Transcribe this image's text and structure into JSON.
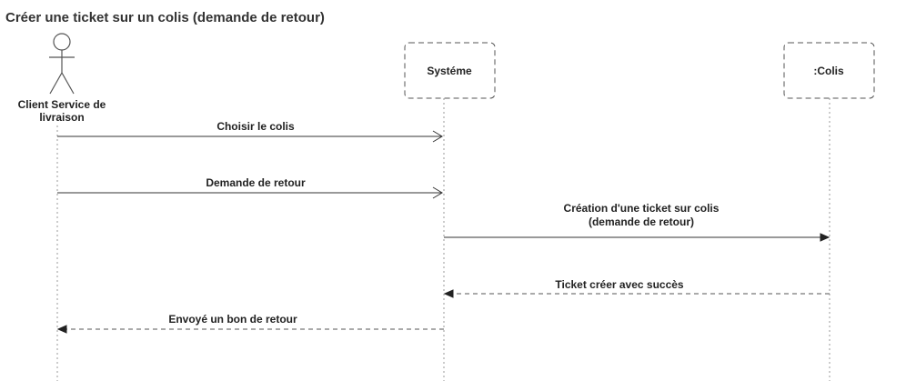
{
  "diagram": {
    "title": "Créer une ticket sur un colis (demande de retour)",
    "actor": {
      "label_lines": [
        "Client Service de",
        "livraison"
      ]
    },
    "participants": [
      {
        "id": "systeme",
        "label": "Systéme"
      },
      {
        "id": "colis",
        "label": ":Colis"
      }
    ],
    "messages": [
      {
        "from": "actor",
        "to": "systeme",
        "style": "sync-open-arrow",
        "label_lines": [
          "Choisir le colis"
        ]
      },
      {
        "from": "actor",
        "to": "systeme",
        "style": "sync-open-arrow",
        "label_lines": [
          "Demande de retour"
        ]
      },
      {
        "from": "systeme",
        "to": "colis",
        "style": "sync-filled-arrow",
        "label_lines": [
          "Création d'une ticket sur colis",
          "(demande de retour)"
        ]
      },
      {
        "from": "colis",
        "to": "systeme",
        "style": "reply-dashed",
        "label_lines": [
          "Ticket créer avec succès"
        ]
      },
      {
        "from": "systeme",
        "to": "actor",
        "style": "reply-dashed",
        "label_lines": [
          "Envoyé un bon de retour"
        ]
      }
    ]
  }
}
